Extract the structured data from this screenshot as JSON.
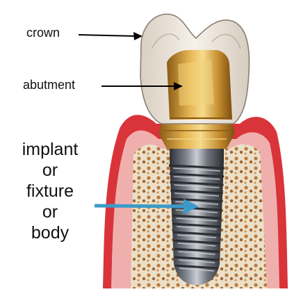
{
  "labels": {
    "crown": "crown",
    "abutment": "abutment",
    "implant_lines": [
      "implant",
      "or",
      "fixture",
      "or",
      "body"
    ]
  },
  "colors": {
    "crown_fill": "#efe7dc",
    "crown_outline": "#8a7e72",
    "abutment_gold": "#c98f2b",
    "abutment_highlight": "#f3d27a",
    "gum_red": "#d9343a",
    "gum_pink": "#efb0ad",
    "bone": "#e9dcc5",
    "bone_pores": "#b8793d",
    "implant_dark": "#3e4147",
    "implant_light": "#b8bcc4",
    "arrow_black": "#000000",
    "arrow_blue": "#3b9bc8"
  }
}
